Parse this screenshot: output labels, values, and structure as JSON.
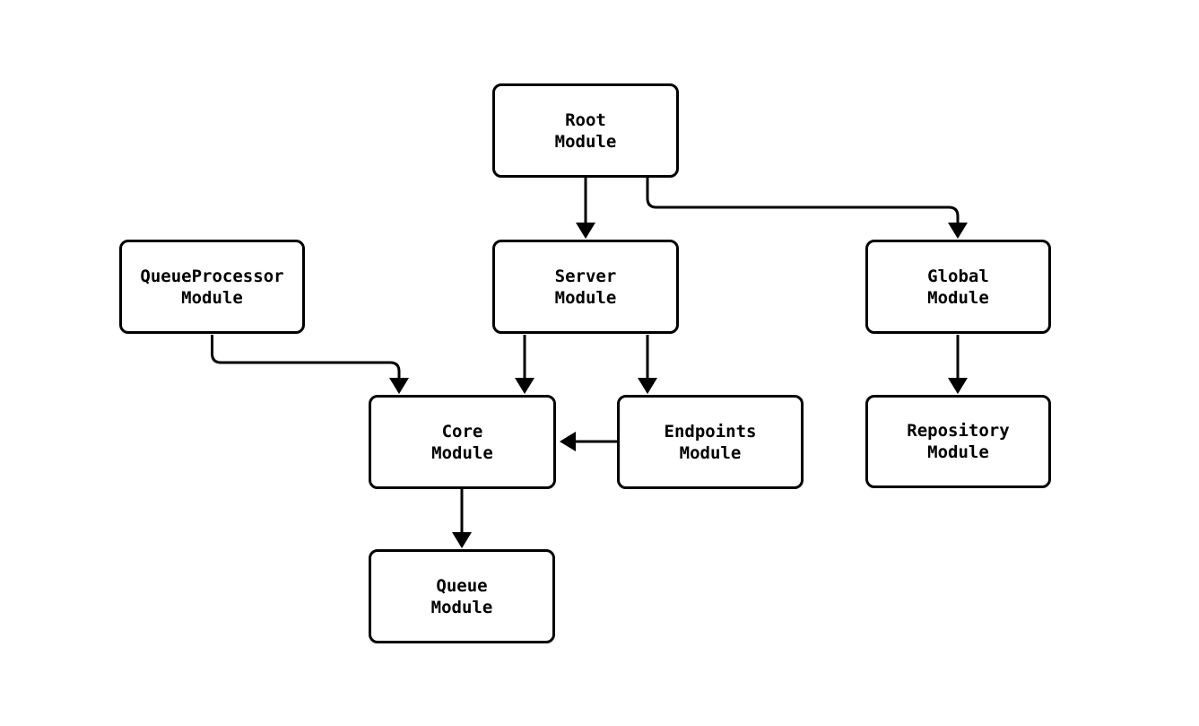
{
  "diagram": {
    "type": "module-dependency-flowchart",
    "background_color": "#ffffff",
    "stroke_color": "#000000",
    "text_color": "#000000",
    "nodes": [
      {
        "id": "root",
        "label": "Root\nModule"
      },
      {
        "id": "queueprocessor",
        "label": "QueueProcessor\nModule"
      },
      {
        "id": "server",
        "label": "Server\nModule"
      },
      {
        "id": "global",
        "label": "Global\nModule"
      },
      {
        "id": "core",
        "label": "Core\nModule"
      },
      {
        "id": "endpoints",
        "label": "Endpoints\nModule"
      },
      {
        "id": "repository",
        "label": "Repository\nModule"
      },
      {
        "id": "queue",
        "label": "Queue\nModule"
      }
    ],
    "edges": [
      {
        "from": "root",
        "to": "server"
      },
      {
        "from": "root",
        "to": "global"
      },
      {
        "from": "queueprocessor",
        "to": "core"
      },
      {
        "from": "server",
        "to": "core"
      },
      {
        "from": "server",
        "to": "endpoints"
      },
      {
        "from": "global",
        "to": "repository"
      },
      {
        "from": "endpoints",
        "to": "core"
      },
      {
        "from": "core",
        "to": "queue"
      }
    ]
  }
}
